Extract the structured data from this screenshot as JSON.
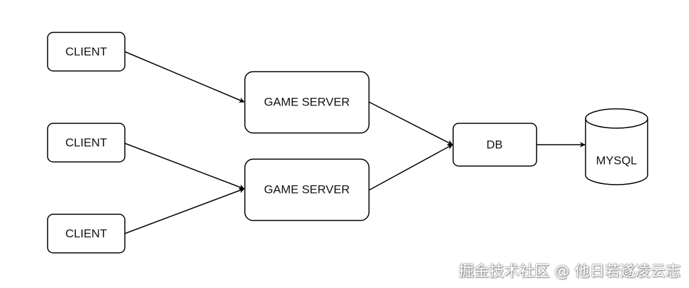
{
  "diagram": {
    "nodes": {
      "client1": "CLIENT",
      "client2": "CLIENT",
      "client3": "CLIENT",
      "game_server1": "GAME SERVER",
      "game_server2": "GAME SERVER",
      "db": "DB",
      "mysql": "MYSQL"
    },
    "edges": [
      {
        "from": "client1",
        "to": "game_server1"
      },
      {
        "from": "client2",
        "to": "game_server2"
      },
      {
        "from": "client3",
        "to": "game_server2"
      },
      {
        "from": "game_server1",
        "to": "db"
      },
      {
        "from": "game_server2",
        "to": "db"
      },
      {
        "from": "db",
        "to": "mysql"
      }
    ],
    "colors": {
      "stroke": "#000000",
      "fill": "#ffffff",
      "text": "#111111"
    }
  },
  "watermark": "掘金技术社区 @ 他日若遂凌云志"
}
